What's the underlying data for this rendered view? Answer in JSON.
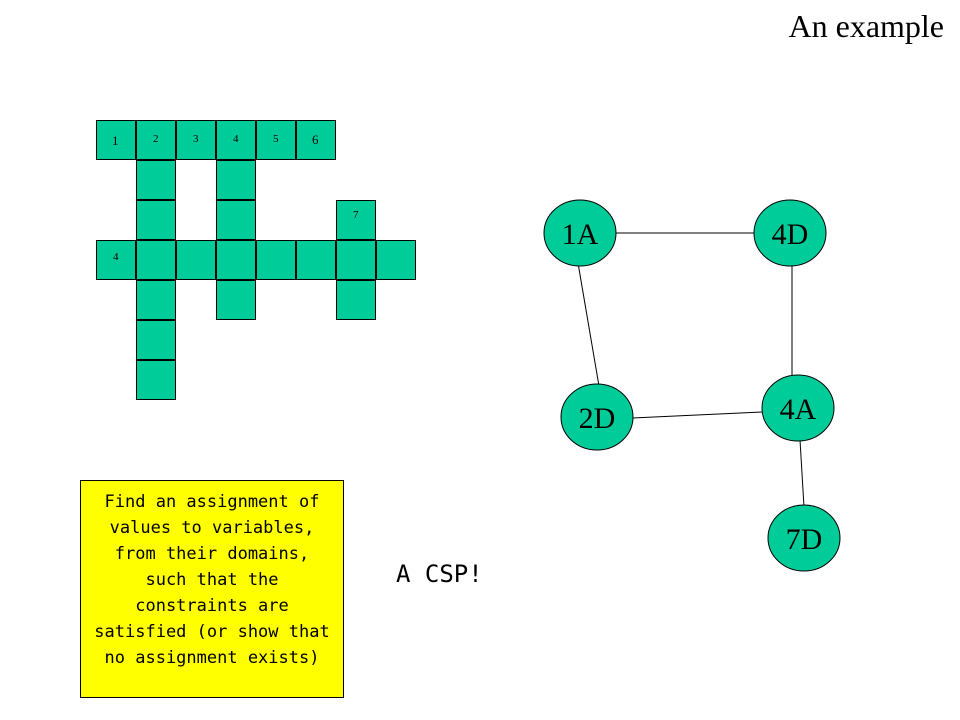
{
  "title": "An example",
  "crossword": {
    "fill_color": "#00cc99",
    "clue_numbers": {
      "n1": "1",
      "n2": "2",
      "n3": "3",
      "n4": "4",
      "n5": "5",
      "n6": "6",
      "n7": "7",
      "n4b": "4"
    }
  },
  "graph": {
    "node_color": "#00cc99",
    "nodes": {
      "n1A": "1A",
      "n4D": "4D",
      "n2D": "2D",
      "n4A": "4A",
      "n7D": "7D"
    }
  },
  "note": {
    "text": "Find an assignment of values to variables, from their domains, such that the constraints are satisfied (or show that no assignment exists)",
    "color": "#ffff00"
  },
  "csp_label": "A CSP!"
}
